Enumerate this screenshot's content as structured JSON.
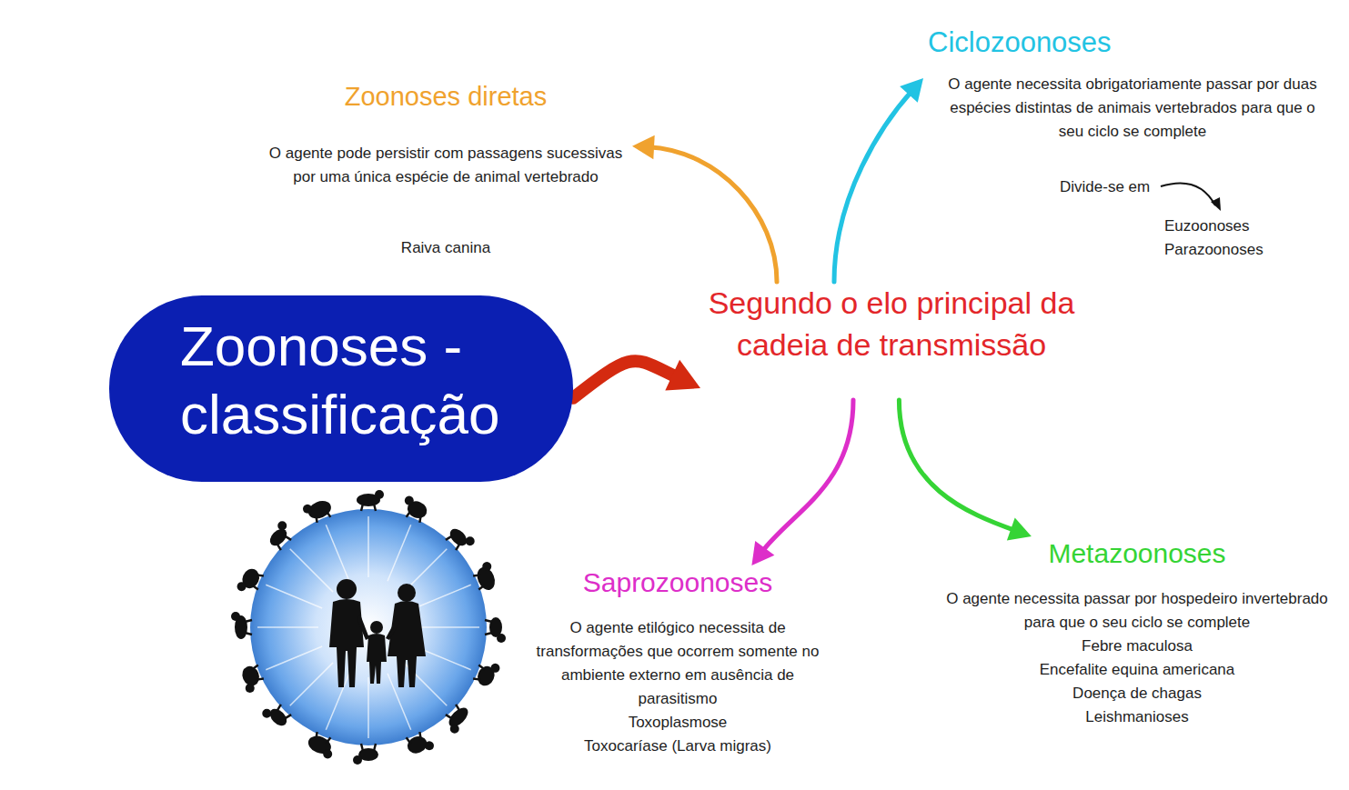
{
  "diagram": {
    "nodes": [
      {
        "text": [
          "Zoonoses - classificação"
        ]
      },
      {
        "text": [
          "Segundo o elo principal da cadeia de transmissão"
        ]
      },
      {
        "text": [
          "Zoonoses diretas",
          "O agente pode persistir com passagens sucessivas por uma única espécie de animal vertebrado",
          "Raiva canina"
        ]
      },
      {
        "text": [
          "Ciclozoonoses",
          "O agente necessita obrigatoriamente passar por duas espécies distintas de animais vertebrados para que o seu ciclo se complete",
          "Divide-se em",
          "Euzoonoses",
          "Parazoonoses"
        ]
      },
      {
        "text": [
          "Saprozoonoses",
          "O agente etilógico necessita de transformações que ocorrem somente no ambiente externo em ausência de parasitismo",
          "Toxoplasmose",
          "Toxocaríase (Larva migras)"
        ]
      },
      {
        "text": [
          "Metazoonoses",
          "O agente necessita passar por hospedeiro invertebrado para que o seu ciclo se complete",
          "Febre maculosa",
          "Encefalite equina americana",
          "Doença de chagas",
          "Leishmanioses"
        ]
      }
    ],
    "edges": [
      {
        "from": 0,
        "to": 1,
        "arrow": "to"
      },
      {
        "from": 1,
        "to": 2,
        "arrow": "to"
      },
      {
        "from": 1,
        "to": 3,
        "arrow": "to"
      },
      {
        "from": 1,
        "to": 4,
        "arrow": "to"
      },
      {
        "from": 1,
        "to": 5,
        "arrow": "to"
      }
    ]
  }
}
